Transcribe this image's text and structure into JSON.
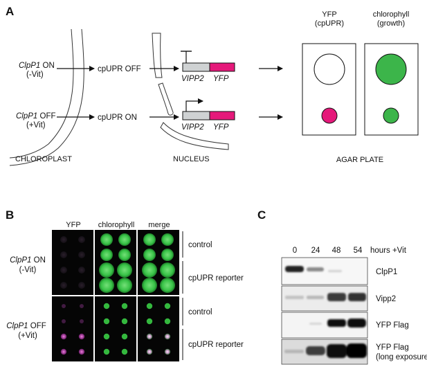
{
  "panel_a": {
    "letter": "A",
    "row1": {
      "gene": "ClpP1",
      "state": " ON",
      "cond": "(-Vit)",
      "cpupr": "cpUPR OFF"
    },
    "row2": {
      "gene": "ClpP1",
      "state": " OFF",
      "cond": "(+Vit)",
      "cpupr": "cpUPR ON"
    },
    "construct": {
      "promoter": "VIPP2",
      "reporter": "YFP"
    },
    "plate": {
      "yfp_header": [
        "YFP",
        "(cpUPR)"
      ],
      "chl_header": [
        "chlorophyll",
        "(growth)"
      ],
      "label": "AGAR PLATE"
    },
    "compartments": {
      "chloroplast": "CHLOROPLAST",
      "nucleus": "NUCLEUS"
    },
    "colors": {
      "magenta": "#e5197a",
      "green": "#3cb54a",
      "grey": "#cfd2d3"
    }
  },
  "panel_b": {
    "letter": "B",
    "columns": [
      "YFP",
      "chlorophyll",
      "merge"
    ],
    "group1": {
      "gene": "ClpP1",
      "state": " ON",
      "cond": "(-Vit)"
    },
    "group2": {
      "gene": "ClpP1",
      "state": " OFF",
      "cond": "(+Vit)"
    },
    "row_labels": {
      "control": "control",
      "reporter": "cpUPR reporter"
    }
  },
  "panel_c": {
    "letter": "C",
    "timepoints": [
      "0",
      "24",
      "48",
      "54"
    ],
    "time_label": "hours +Vit",
    "blots": [
      {
        "label": "ClpP1"
      },
      {
        "label": "Vipp2"
      },
      {
        "label": "YFP Flag"
      },
      {
        "label": "YFP Flag",
        "label2": "(long exposure)"
      }
    ]
  }
}
